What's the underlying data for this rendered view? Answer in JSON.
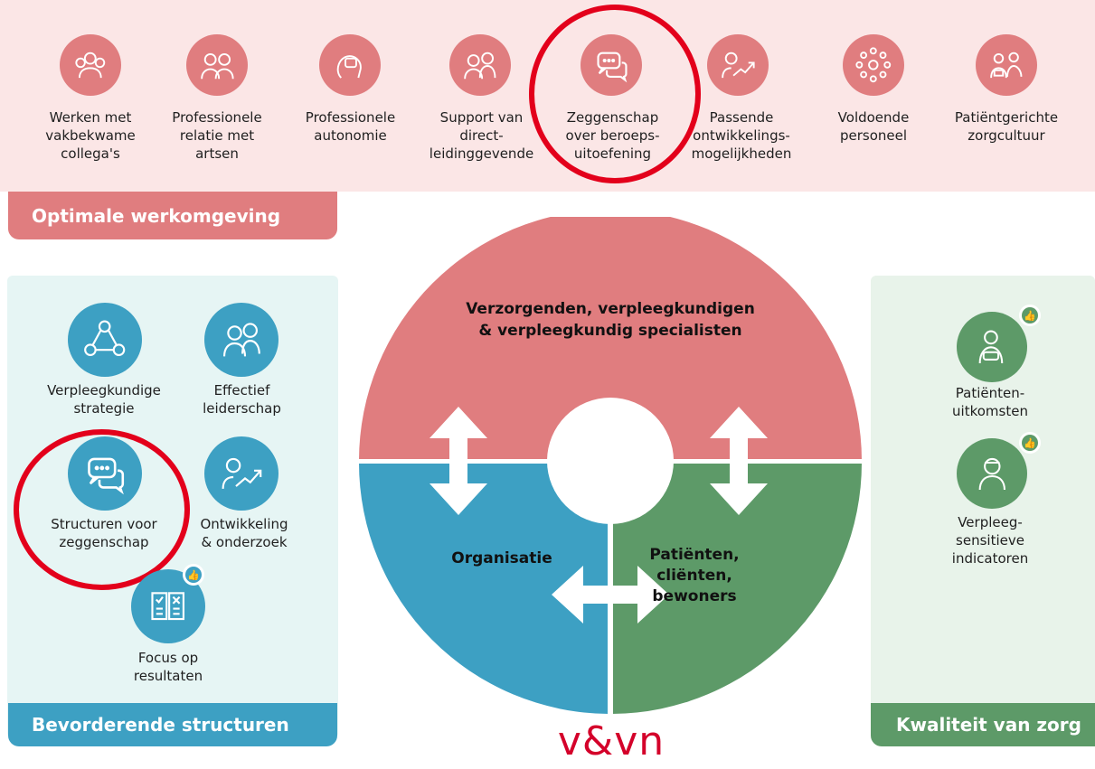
{
  "colors": {
    "red": "#e07d7f",
    "blue": "#3da0c3",
    "green": "#5d9a68",
    "highlight": "#e3001b"
  },
  "top": {
    "items": [
      {
        "label": "Werken met\nvakbekwame\ncollega's",
        "icon": "colleagues-icon"
      },
      {
        "label": "Professionele\nrelatie met\nartsen",
        "icon": "doctor-nurse-icon"
      },
      {
        "label": "Professionele\nautonomie",
        "icon": "head-fist-icon"
      },
      {
        "label": "Support van\ndirect-\nleidinggevende",
        "icon": "manager-support-icon"
      },
      {
        "label": "Zeggenschap\nover beroeps-\nuitoefening",
        "icon": "speech-bubbles-icon"
      },
      {
        "label": "Passende\nontwikkelings-\nmogelijkheden",
        "icon": "growth-arrow-icon"
      },
      {
        "label": "Voldoende\npersoneel",
        "icon": "people-circle-icon"
      },
      {
        "label": "Patiëntgerichte\nzorgcultuur",
        "icon": "patient-care-icon"
      }
    ],
    "tag": "Optimale werkomgeving"
  },
  "left": {
    "items": [
      {
        "label": "Verpleegkundige\nstrategie",
        "icon": "network-icon"
      },
      {
        "label": "Effectief\nleiderschap",
        "icon": "leader-icon"
      },
      {
        "label": "Structuren voor\nzeggenschap",
        "icon": "speech-bubbles-icon"
      },
      {
        "label": "Ontwikkeling\n& onderzoek",
        "icon": "growth-arrow-icon"
      },
      {
        "label": "Focus op\nresultaten",
        "icon": "checklist-icon"
      }
    ],
    "tag": "Bevorderende structuren"
  },
  "right": {
    "items": [
      {
        "label": "Patiënten-\nuitkomsten",
        "icon": "patient-sling-icon"
      },
      {
        "label": "Verpleeg-\nsensitieve\nindicatoren",
        "icon": "nurse-icon"
      }
    ],
    "tag": "Kwaliteit van zorg"
  },
  "circle": {
    "top": "Verzorgenden, verpleegkundigen\n& verpleegkundig specialisten",
    "left": "Organisatie",
    "right": "Patiënten, cliënten,\nbewoners"
  },
  "logo": "v&vn"
}
